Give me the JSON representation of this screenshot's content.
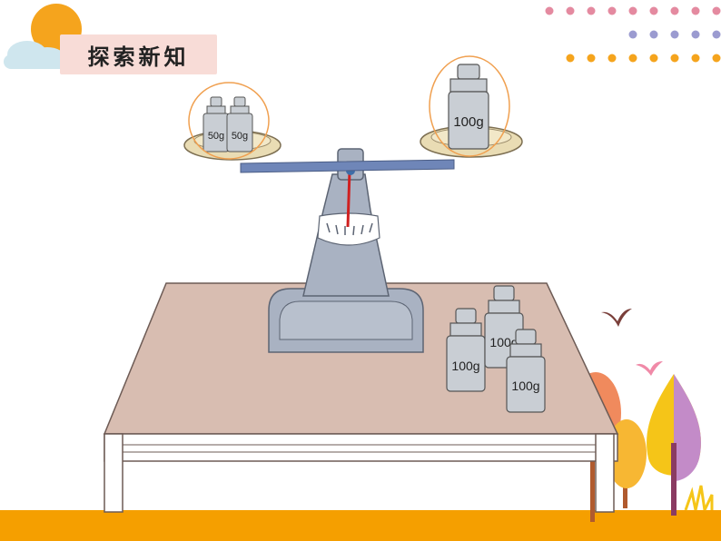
{
  "title": "探索新知",
  "left_pan": {
    "weights": [
      "50g",
      "50g"
    ]
  },
  "right_pan": {
    "weights": [
      "100g"
    ]
  },
  "table_weights": [
    "100g",
    "100g",
    "100g"
  ],
  "colors": {
    "dot_row_1": "#e48aa0",
    "dot_row_2": "#9b9bd0",
    "dot_row_3": "#f5a41d",
    "floor": "#f59f00",
    "table_top": "#d8bdb1",
    "scale_body": "#a9b2c2",
    "highlight_circle": "#f0a050"
  },
  "icons": [
    "sun-icon",
    "cloud-icon",
    "bird-icon",
    "tree-icon",
    "grass-icon"
  ]
}
